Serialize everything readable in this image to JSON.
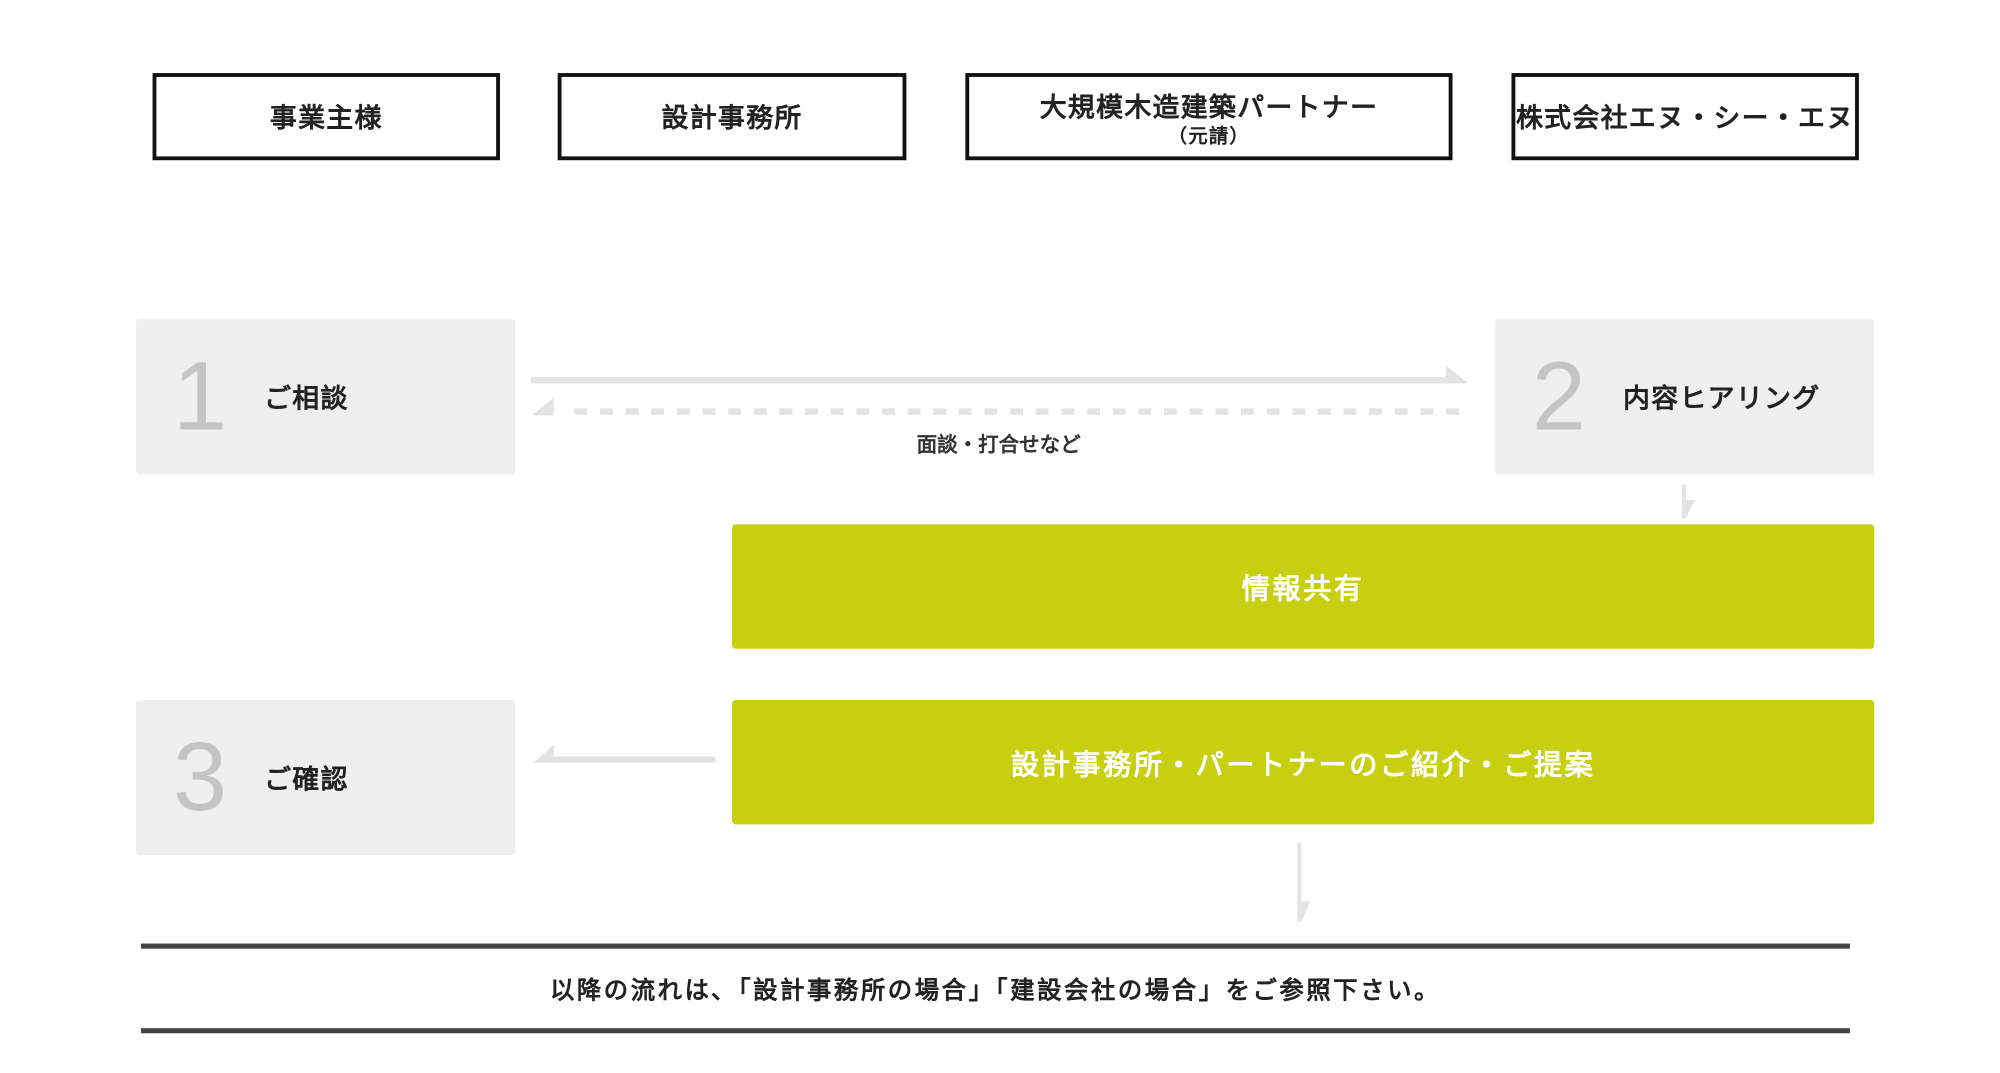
{
  "actors": [
    {
      "label": "事業主様"
    },
    {
      "label": "設計事務所"
    },
    {
      "label": "大規模木造建築パートナー",
      "sub": "（元請）"
    },
    {
      "label": "株式会社エヌ・シー・エヌ"
    }
  ],
  "steps": [
    {
      "number": "1",
      "label": "ご相談"
    },
    {
      "number": "2",
      "label": "内容ヒアリング"
    },
    {
      "number": "3",
      "label": "ご確認"
    }
  ],
  "arrow_label": "面談・打合せなど",
  "actions": [
    {
      "label": "情報共有"
    },
    {
      "label": "設計事務所・パートナーのご紹介・ご提案"
    }
  ],
  "note": "以降の流れは､「設計事務所の場合」「建設会社の場合」をご参照下さい。",
  "colors": {
    "accent": "#c8cf10",
    "step_bg": "#efefef",
    "arrow": "#e3e3e3"
  }
}
